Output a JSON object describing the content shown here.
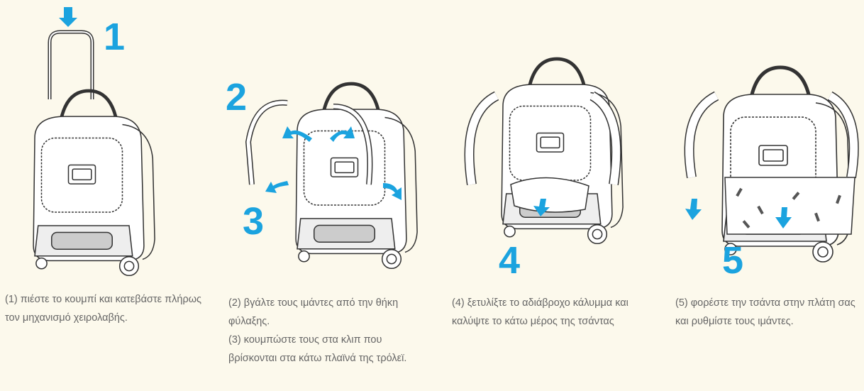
{
  "steps": [
    {
      "number": "1",
      "caption": [
        "(1) πιέστε το κουμπί και κατεβάστε πλήρως τον μηχανισμό χειρολαβής."
      ]
    },
    {
      "number": "2",
      "caption": [
        "(2) βγάλτε τους ιμάντες από την θήκη φύλαξης.",
        "(3) κουμπώστε τους στα κλιπ που βρίσκονται στα κάτω πλαϊνά της τρόλεϊ."
      ]
    },
    {
      "number": "3"
    },
    {
      "number": "4",
      "caption": [
        "(4) ξετυλίξτε το αδιάβροχο κάλυμμα και καλύψτε το κάτω μέρος της τσάντας"
      ]
    },
    {
      "number": "5",
      "caption": [
        "(5) φορέστε την τσάντα στην πλάτη σας και ρυθμίστε τους ιμάντες."
      ]
    }
  ],
  "colors": {
    "accent": "#1ba3df",
    "background": "#fcf9ec",
    "text": "#666666"
  }
}
